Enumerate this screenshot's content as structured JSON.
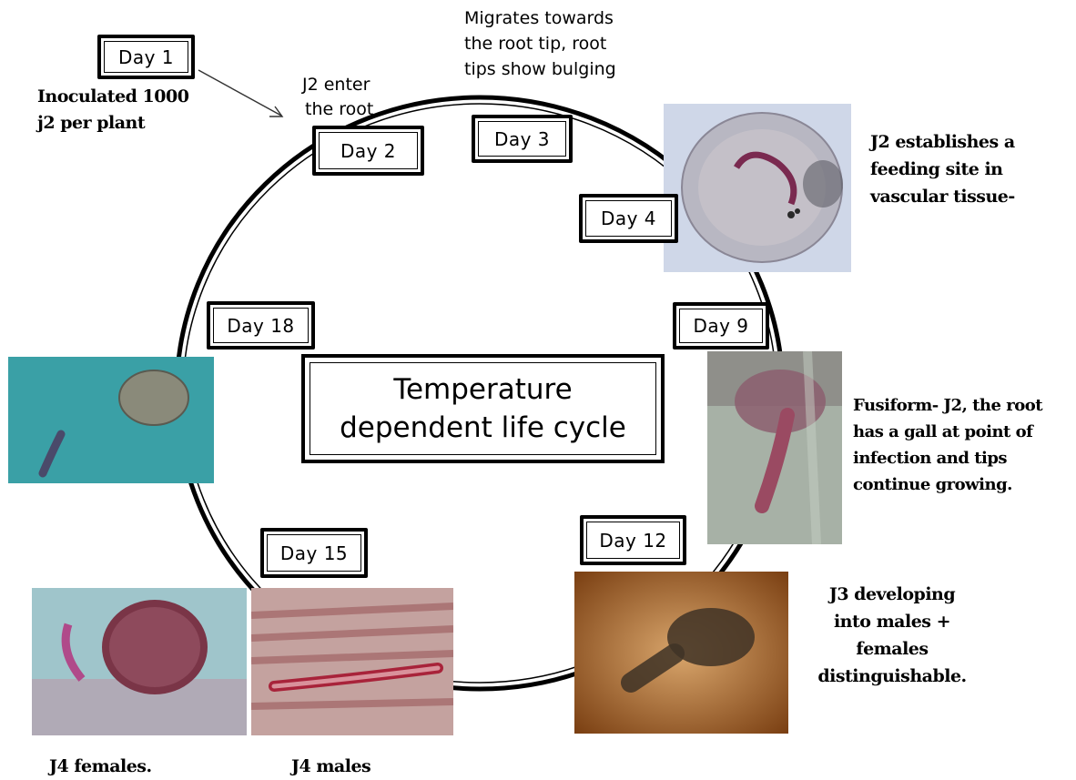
{
  "title": [
    "Temperature",
    "dependent life cycle"
  ],
  "days": {
    "d1": "Day 1",
    "d2": "Day 2",
    "d3": "Day 3",
    "d4": "Day 4",
    "d9": "Day 9",
    "d12": "Day 12",
    "d15": "Day 15",
    "d18": "Day 18"
  },
  "notes": {
    "inoculated": [
      "Inoculated 1000",
      "j2 per plant"
    ],
    "j2_enter": [
      "J2 enter",
      "the root"
    ],
    "migrates": [
      "Migrates towards",
      "the root tip, root",
      "tips show bulging"
    ],
    "feeding_site": [
      "J2 establishes a",
      "feeding site in",
      "vascular tissue-"
    ],
    "fusiform": [
      "Fusiform- J2, the root",
      "has a gall at point of",
      "infection and tips",
      "continue growing."
    ],
    "j3": [
      "J3 developing",
      "into males +",
      "females",
      "distinguishable."
    ],
    "j4_females": "J4 females.",
    "j4_males": "J4 males"
  },
  "colors": {
    "ring": "#000000",
    "photo_day4_bg": "#c9d3e6",
    "photo_day9_bg": "#a9b4a8",
    "photo_day12_bg": "#b5793f",
    "photo_day18_bg": "#3c9ea3",
    "photo_females_bg": "#8fbfc8",
    "photo_males_bg": "#c9a8a6"
  },
  "icons": [
    "arrow-icon"
  ]
}
